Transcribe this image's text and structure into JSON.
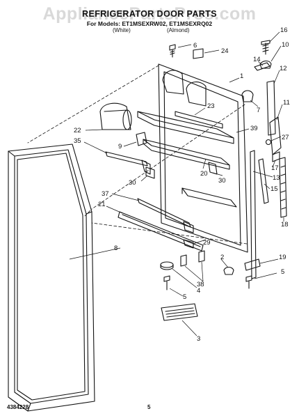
{
  "header": {
    "title": "REFRIGERATOR DOOR PARTS",
    "models": "For Models: ET1MSEXRW02, ET1MSEXRQ02",
    "color_white": "(White)",
    "color_almond": "(Almond)"
  },
  "watermark": "AppliancePartsPros.com",
  "footer": {
    "part_number": "4384228",
    "page": "5"
  },
  "callouts": [
    "6",
    "24",
    "16",
    "10",
    "14",
    "1",
    "12",
    "7",
    "23",
    "11",
    "22",
    "39",
    "27",
    "9",
    "35",
    "17",
    "20",
    "30",
    "13",
    "30",
    "15",
    "37",
    "21",
    "18",
    "29",
    "8",
    "19",
    "2",
    "5",
    "4",
    "38",
    "5",
    "3"
  ]
}
